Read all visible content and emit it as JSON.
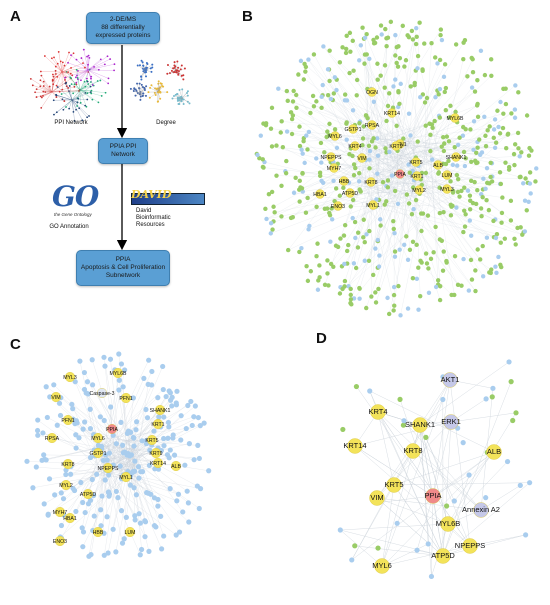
{
  "panels": {
    "a": {
      "letter": "A"
    },
    "b": {
      "letter": "B"
    },
    "c": {
      "letter": "C"
    },
    "d": {
      "letter": "D"
    }
  },
  "workflow": {
    "box1": {
      "line1": "2-DE/MS",
      "line2": "88 differentially",
      "line3": "expressed proteins"
    },
    "box2": {
      "line1": "PPIA PPI",
      "line2": "Network"
    },
    "box3": {
      "line1": "PPIA",
      "line2": "Apoptosis & Cell Proliferation",
      "line3": "Subnetwork"
    },
    "ppi_label": "PPI Network",
    "degree_label": "Degree",
    "go_annotation_label": "GO Annotation",
    "david_label": {
      "line1": "David",
      "line2": "Bioinformatic",
      "line3": "Resources"
    },
    "go_logo_text": "GO",
    "go_logo_sub": "the Gene Ontology",
    "david_logo_text": "DAVID"
  },
  "colors": {
    "box_fill": "#5a9fd4",
    "green_node": "#99cc66",
    "blue_node": "#a9cdee",
    "yellow_node": "#f3e35a",
    "pink_node": "#f08a8a",
    "lavender_node": "#c5c8e8",
    "edge": "#c8d0d8"
  },
  "network_b": {
    "labels": [
      "OGN",
      "KRT14",
      "RPSA",
      "MYL6B",
      "GSTP1",
      "MYL6",
      "PFN1",
      "KRT4",
      "KRT9",
      "NPEPPS",
      "VIM",
      "SHANK1",
      "ALB",
      "MYH7",
      "KRT5",
      "KRT1",
      "PPIA",
      "LUM",
      "HBB",
      "KRT8",
      "MYL2",
      "MYL3",
      "HBA1",
      "ATP5D",
      "ENO3",
      "MYL1"
    ]
  },
  "network_c": {
    "labels": [
      "MYL3",
      "MYL6B",
      "VIM",
      "PFN1",
      "Caspase-3",
      "SHANK1",
      "PFN1",
      "PPIA",
      "KRT1",
      "MYL6",
      "KRT5",
      "RPSA",
      "GSTP1",
      "KRT9",
      "KRT8",
      "NPEPPS",
      "KRT14",
      "ALB",
      "MYL1",
      "MYL2",
      "ATP5D",
      "MYH7",
      "HBA1",
      "HBB",
      "LUM",
      "ENO3"
    ]
  },
  "network_d": {
    "labels": [
      "AKT1",
      "KRT4",
      "SHANK1",
      "ERK1",
      "KRT14",
      "KRT8",
      "ALB",
      "KRT5",
      "PPIA",
      "VIM",
      "Annexin A2",
      "MYL6B",
      "NPEPPS",
      "ATP5D",
      "MYL6"
    ]
  }
}
